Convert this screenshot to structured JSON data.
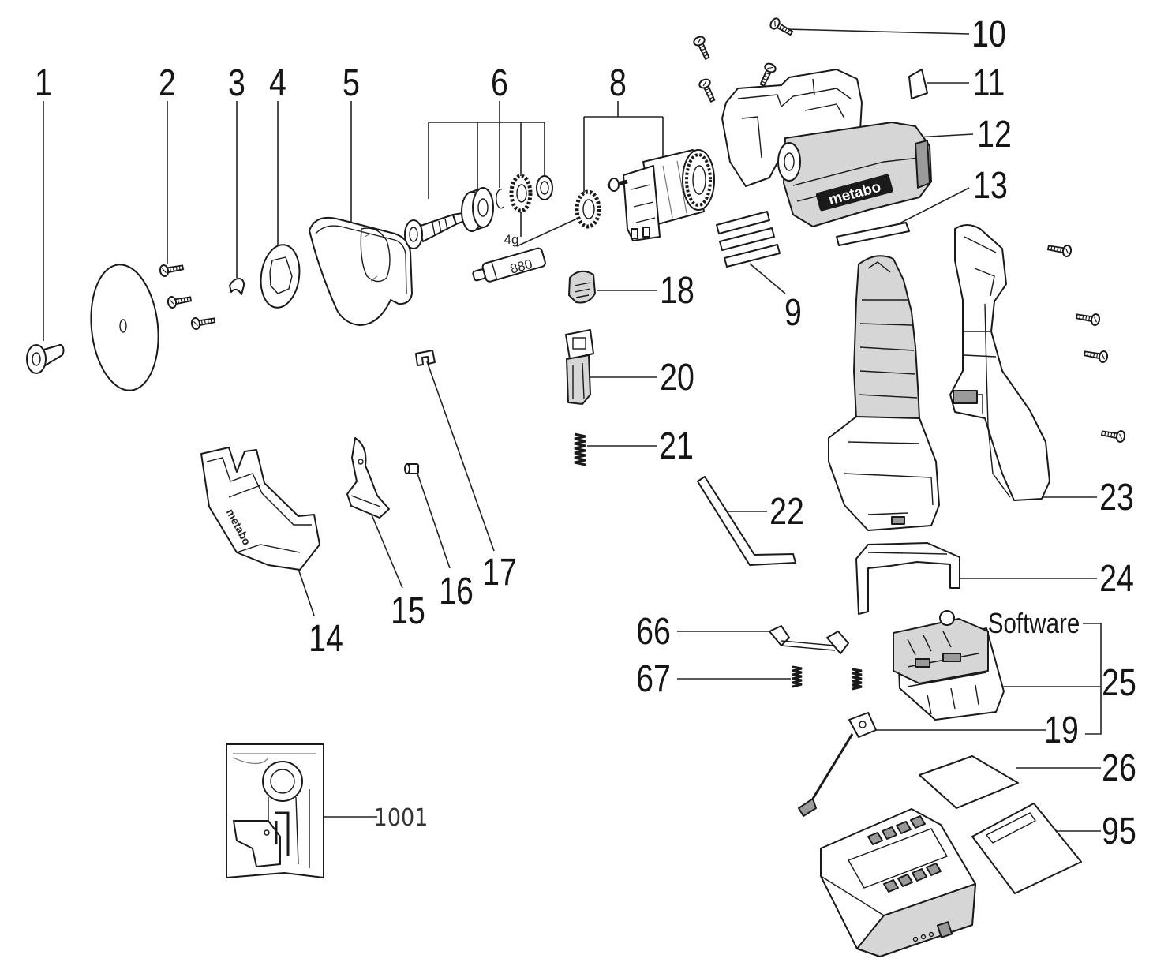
{
  "callouts": {
    "c1": "1",
    "c2": "2",
    "c3": "3",
    "c4": "4",
    "c5": "5",
    "c6": "6",
    "c8": "8",
    "c9": "9",
    "c10": "10",
    "c11": "11",
    "c12": "12",
    "c13": "13",
    "c14": "14",
    "c15": "15",
    "c16": "16",
    "c17": "17",
    "c18": "18",
    "c19": "19",
    "c20": "20",
    "c21": "21",
    "c22": "22",
    "c23": "23",
    "c24": "24",
    "c25": "25",
    "c26": "26",
    "c66": "66",
    "c67": "67",
    "c95": "95",
    "c1001": "1001"
  },
  "annotations": {
    "software": "Software",
    "grease_quantity": "4g",
    "grease_code": "880"
  },
  "brand": {
    "logo_text": "metabo"
  },
  "colors": {
    "line": "#1a1a1a",
    "housing_fill": "#d6d6d6",
    "background": "#ffffff"
  }
}
